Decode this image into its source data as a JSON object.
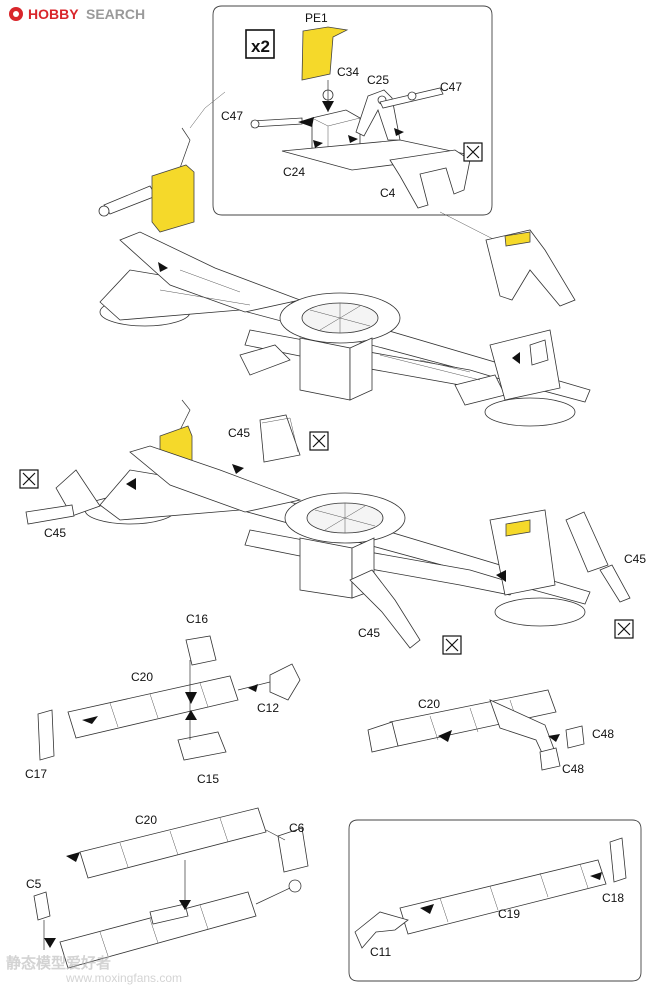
{
  "watermark_top": {
    "brand": "HOBBY",
    "brand_suffix": "SEARCH"
  },
  "watermark_bottom": {
    "site": "www.moxingfans.com",
    "chinese": "静态模型爱好者"
  },
  "multiplier": "x2",
  "labels": {
    "pe1": "PE1",
    "c34": "C34",
    "c25": "C25",
    "c47_right": "C47",
    "c47_left": "C47",
    "c24": "C24",
    "c4": "C4",
    "c45_top": "C45",
    "c45_left": "C45",
    "c45_right": "C45",
    "c45_bottom": "C45",
    "c16": "C16",
    "c20_a": "C20",
    "c12": "C12",
    "c17": "C17",
    "c15": "C15",
    "c20_b": "C20",
    "c48_a": "C48",
    "c48_b": "C48",
    "c20_c": "C20",
    "c6": "C6",
    "c5": "C5",
    "c18": "C18",
    "c19": "C19",
    "c11": "C11"
  },
  "colors": {
    "highlight": "#f5d92a",
    "line": "#333333",
    "logo_red": "#d9262b",
    "logo_grey": "#9a9a9a"
  },
  "icons": [
    "do-not-glue-icon",
    "multiplier-icon"
  ]
}
